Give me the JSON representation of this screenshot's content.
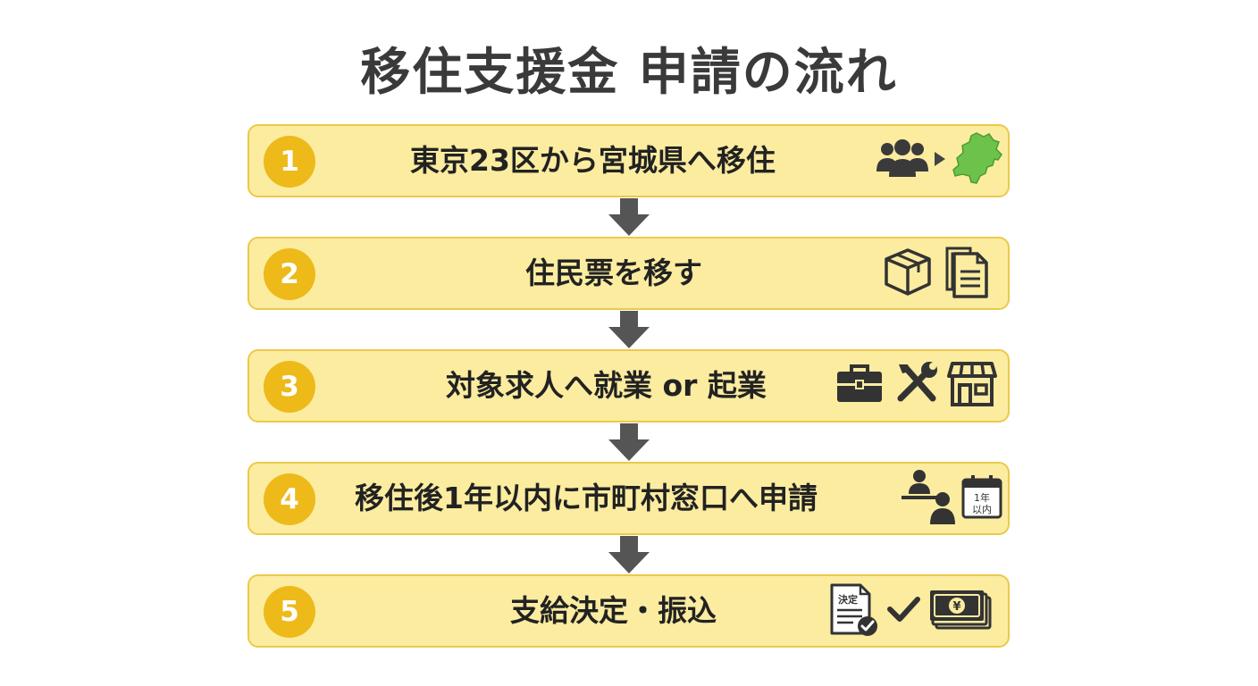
{
  "title": "移住支援金 申請の流れ",
  "steps": [
    {
      "number": "1",
      "label": "東京23区から宮城県へ移住",
      "icons": [
        "people-group-icon",
        "small-arrow-right-icon",
        "miyagi-map-icon"
      ]
    },
    {
      "number": "2",
      "label": "住民票を移す",
      "icons": [
        "box-icon",
        "documents-icon"
      ]
    },
    {
      "number": "3",
      "label": "対象求人へ就業 or 起業",
      "icons": [
        "briefcase-icon",
        "tools-icon",
        "storefront-icon"
      ]
    },
    {
      "number": "4",
      "label": "移住後1年以内に市町村窓口へ申請",
      "icons": [
        "counter-service-icon",
        "calendar-icon"
      ],
      "calendar_text_1": "1年",
      "calendar_text_2": "以内"
    },
    {
      "number": "5",
      "label": "支給決定・振込",
      "icons": [
        "decision-document-icon",
        "checkmark-icon",
        "yen-bills-icon"
      ],
      "document_text": "決定",
      "currency_symbol": "¥"
    }
  ],
  "colors": {
    "step_background": "#fbeca0",
    "step_border": "#ecc94a",
    "badge": "#edba1a",
    "arrow": "#555555",
    "map_green": "#6cc24a",
    "icon_dark": "#3a3a3a"
  }
}
